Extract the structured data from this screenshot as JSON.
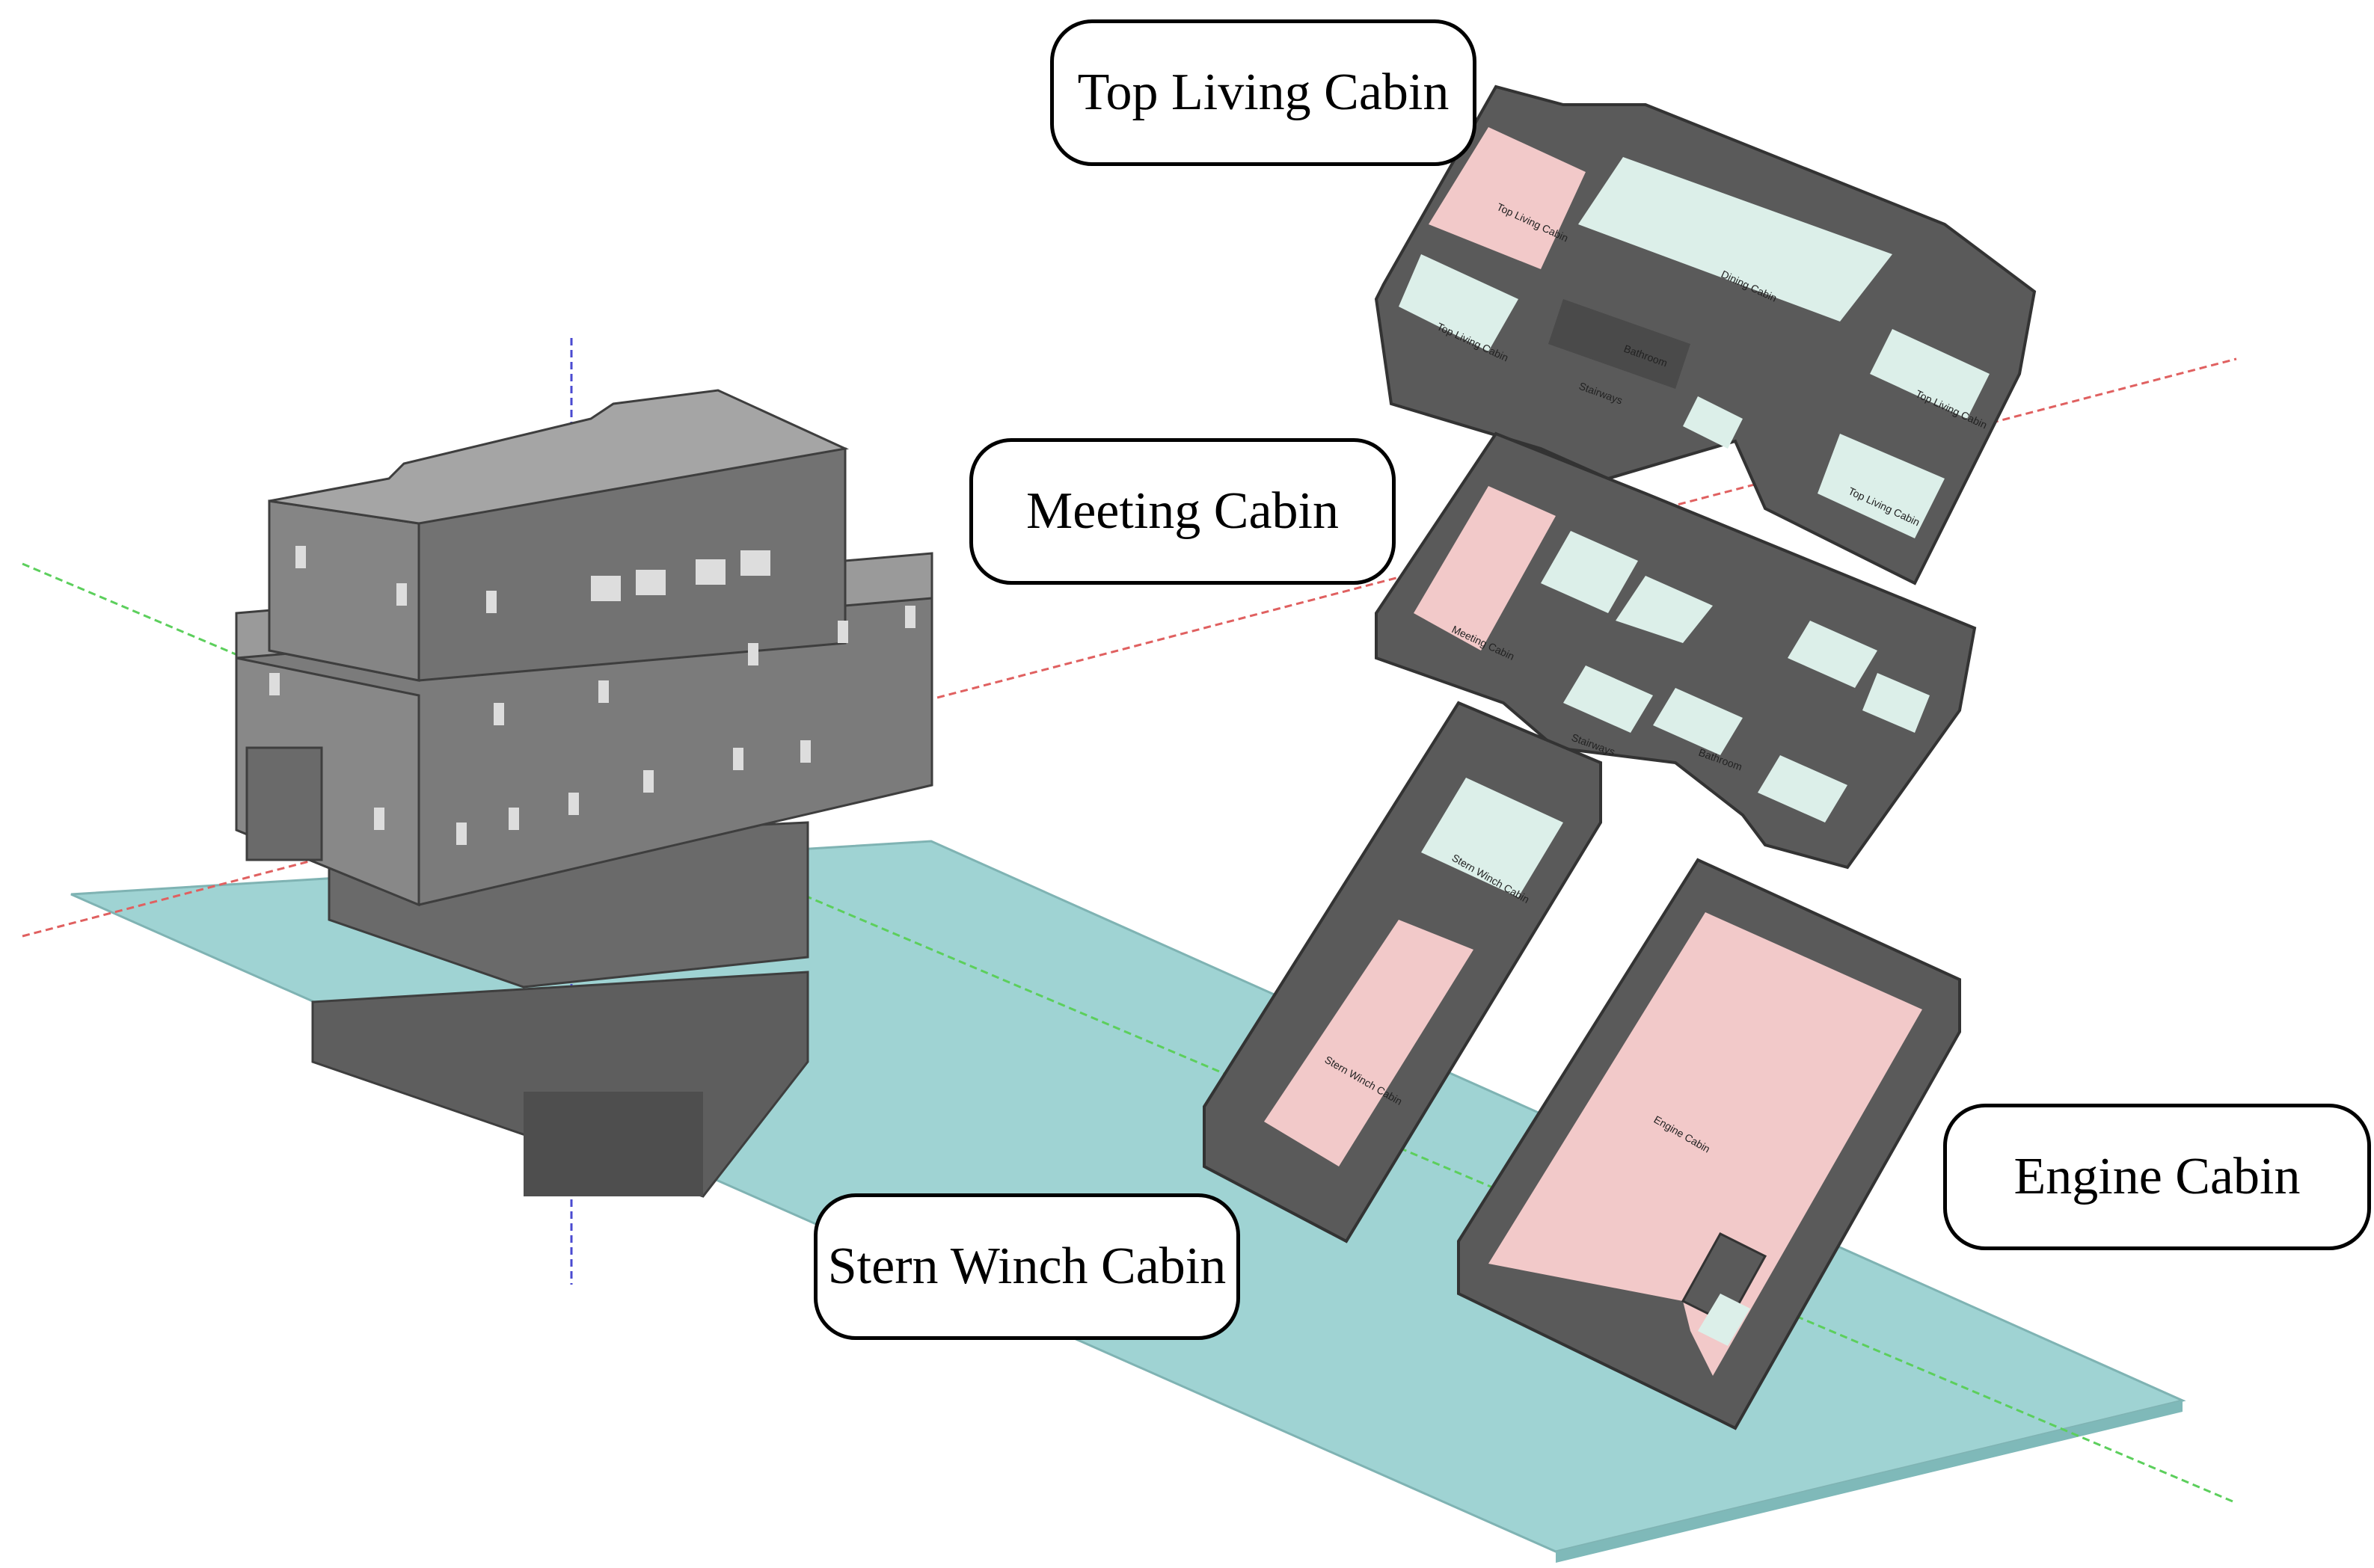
{
  "figure": {
    "callouts": {
      "top_living_cabin": "Top Living Cabin",
      "meeting_cabin": "Meeting Cabin",
      "engine_cabin": "Engine Cabin",
      "stern_winch_cabin": "Stern Winch Cabin"
    },
    "room_labels": {
      "top_living_a": "Top Living Cabin",
      "top_living_b": "Top Living Cabin",
      "top_living_c": "Top Living Cabin",
      "top_living_d": "Top Living Cabin",
      "dining": "Dining Cabin",
      "stairways": "Stairways",
      "bathroom": "Bathroom",
      "meeting": "Meeting Cabin",
      "stern_winch": "Stern Winch Cabin",
      "engine": "Engine Cabin"
    },
    "colors": {
      "floor_plane": "#9fd3d3",
      "wall_dark": "#5a5a5a",
      "wall_mid": "#7a7a7a",
      "room_pink": "#f2c9c9",
      "room_mint": "#dcefe9",
      "axis_red": "#e06060",
      "axis_green": "#5ccf5c",
      "axis_blue": "#4a4ad0"
    }
  }
}
